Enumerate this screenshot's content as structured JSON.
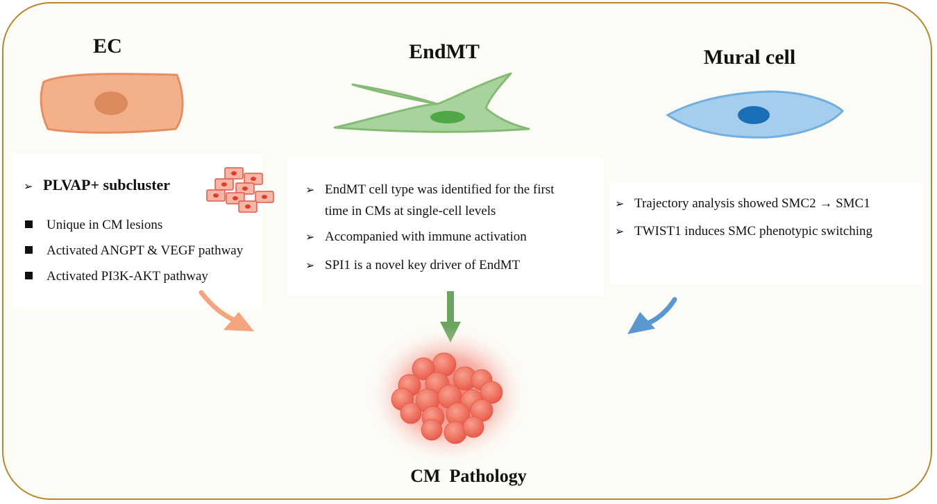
{
  "ec": {
    "title": "EC",
    "heading": "PLVAP+ subcluster",
    "items": [
      "Unique in CM lesions",
      "Activated ANGPT & VEGF pathway",
      "Activated PI3K-AKT pathway"
    ]
  },
  "endmt": {
    "title": "EndMT",
    "items": [
      "EndMT cell type was identified for the first",
      "time in CMs at single-cell levels",
      "Accompanied with immune activation",
      "SPI1 is a novel key driver of EndMT"
    ]
  },
  "mural": {
    "title": "Mural cell",
    "items": [
      "Trajectory analysis showed SMC2 → SMC1",
      "TWIST1 induces SMC phenotypic switching"
    ]
  },
  "outcome": {
    "label": "CM  Pathology"
  },
  "colors": {
    "frame": "#b8862e",
    "ec": "#f4b08a",
    "endmt": "#9fcf93",
    "mural": "#9cc6ea",
    "arrow_ec": "#f2a57e",
    "arrow_endmt": "#6aa55f",
    "arrow_mural": "#5a98d0",
    "pathology": "#f06e62"
  }
}
